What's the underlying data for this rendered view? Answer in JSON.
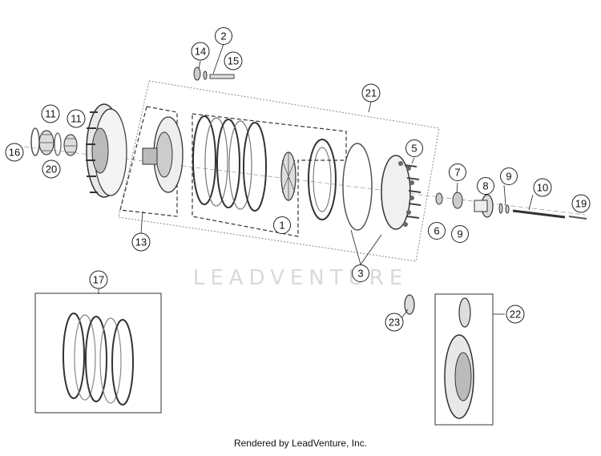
{
  "callouts": {
    "c1": "1",
    "c2": "2",
    "c3": "3",
    "c5": "5",
    "c6": "6",
    "c7": "7",
    "c8": "8",
    "c9a": "9",
    "c9b": "9",
    "c10": "10",
    "c11a": "11",
    "c11b": "11",
    "c13": "13",
    "c14": "14",
    "c15": "15",
    "c16": "16",
    "c17": "17",
    "c19": "19",
    "c20": "20",
    "c21": "21",
    "c22": "22",
    "c23": "23"
  },
  "watermark": "LEADVENTURE",
  "footer": "Rendered by LeadVenture, Inc."
}
